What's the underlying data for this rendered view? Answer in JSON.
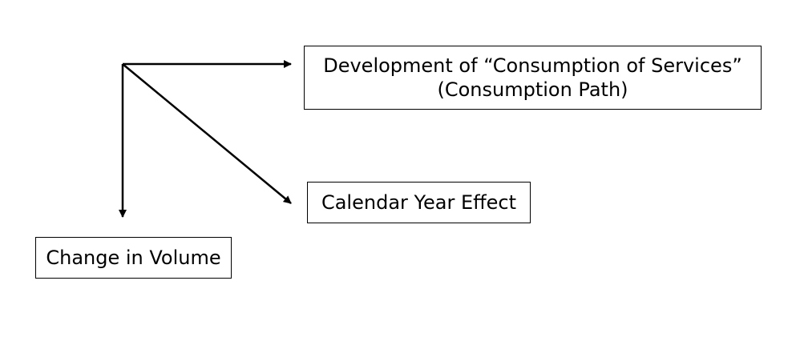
{
  "diagram": {
    "development_box": {
      "line1": "Development of “Consumption of Services”",
      "line2": "(Consumption Path)"
    },
    "calendar_box": {
      "label": "Calendar Year Effect"
    },
    "volume_box": {
      "label": "Change in Volume"
    }
  }
}
